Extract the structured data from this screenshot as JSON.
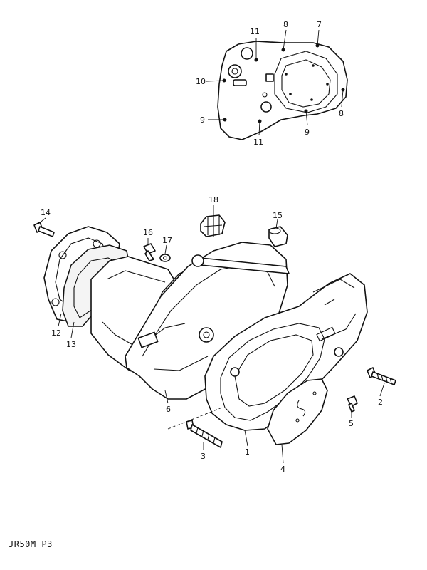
{
  "footer": {
    "code": "JR50M P3"
  },
  "callouts": [
    {
      "id": "c11a",
      "label": "11"
    },
    {
      "id": "c8a",
      "label": "8"
    },
    {
      "id": "c7",
      "label": "7"
    },
    {
      "id": "c10",
      "label": "10"
    },
    {
      "id": "c8b",
      "label": "8"
    },
    {
      "id": "c9a",
      "label": "9"
    },
    {
      "id": "c9b",
      "label": "9"
    },
    {
      "id": "c11b",
      "label": "11"
    },
    {
      "id": "c18",
      "label": "18"
    },
    {
      "id": "c14",
      "label": "14"
    },
    {
      "id": "c16",
      "label": "16"
    },
    {
      "id": "c17",
      "label": "17"
    },
    {
      "id": "c15",
      "label": "15"
    },
    {
      "id": "c12",
      "label": "12"
    },
    {
      "id": "c13",
      "label": "13"
    },
    {
      "id": "c2",
      "label": "2"
    },
    {
      "id": "c6",
      "label": "6"
    },
    {
      "id": "c5",
      "label": "5"
    },
    {
      "id": "c3",
      "label": "3"
    },
    {
      "id": "c1",
      "label": "1"
    },
    {
      "id": "c4",
      "label": "4"
    }
  ]
}
